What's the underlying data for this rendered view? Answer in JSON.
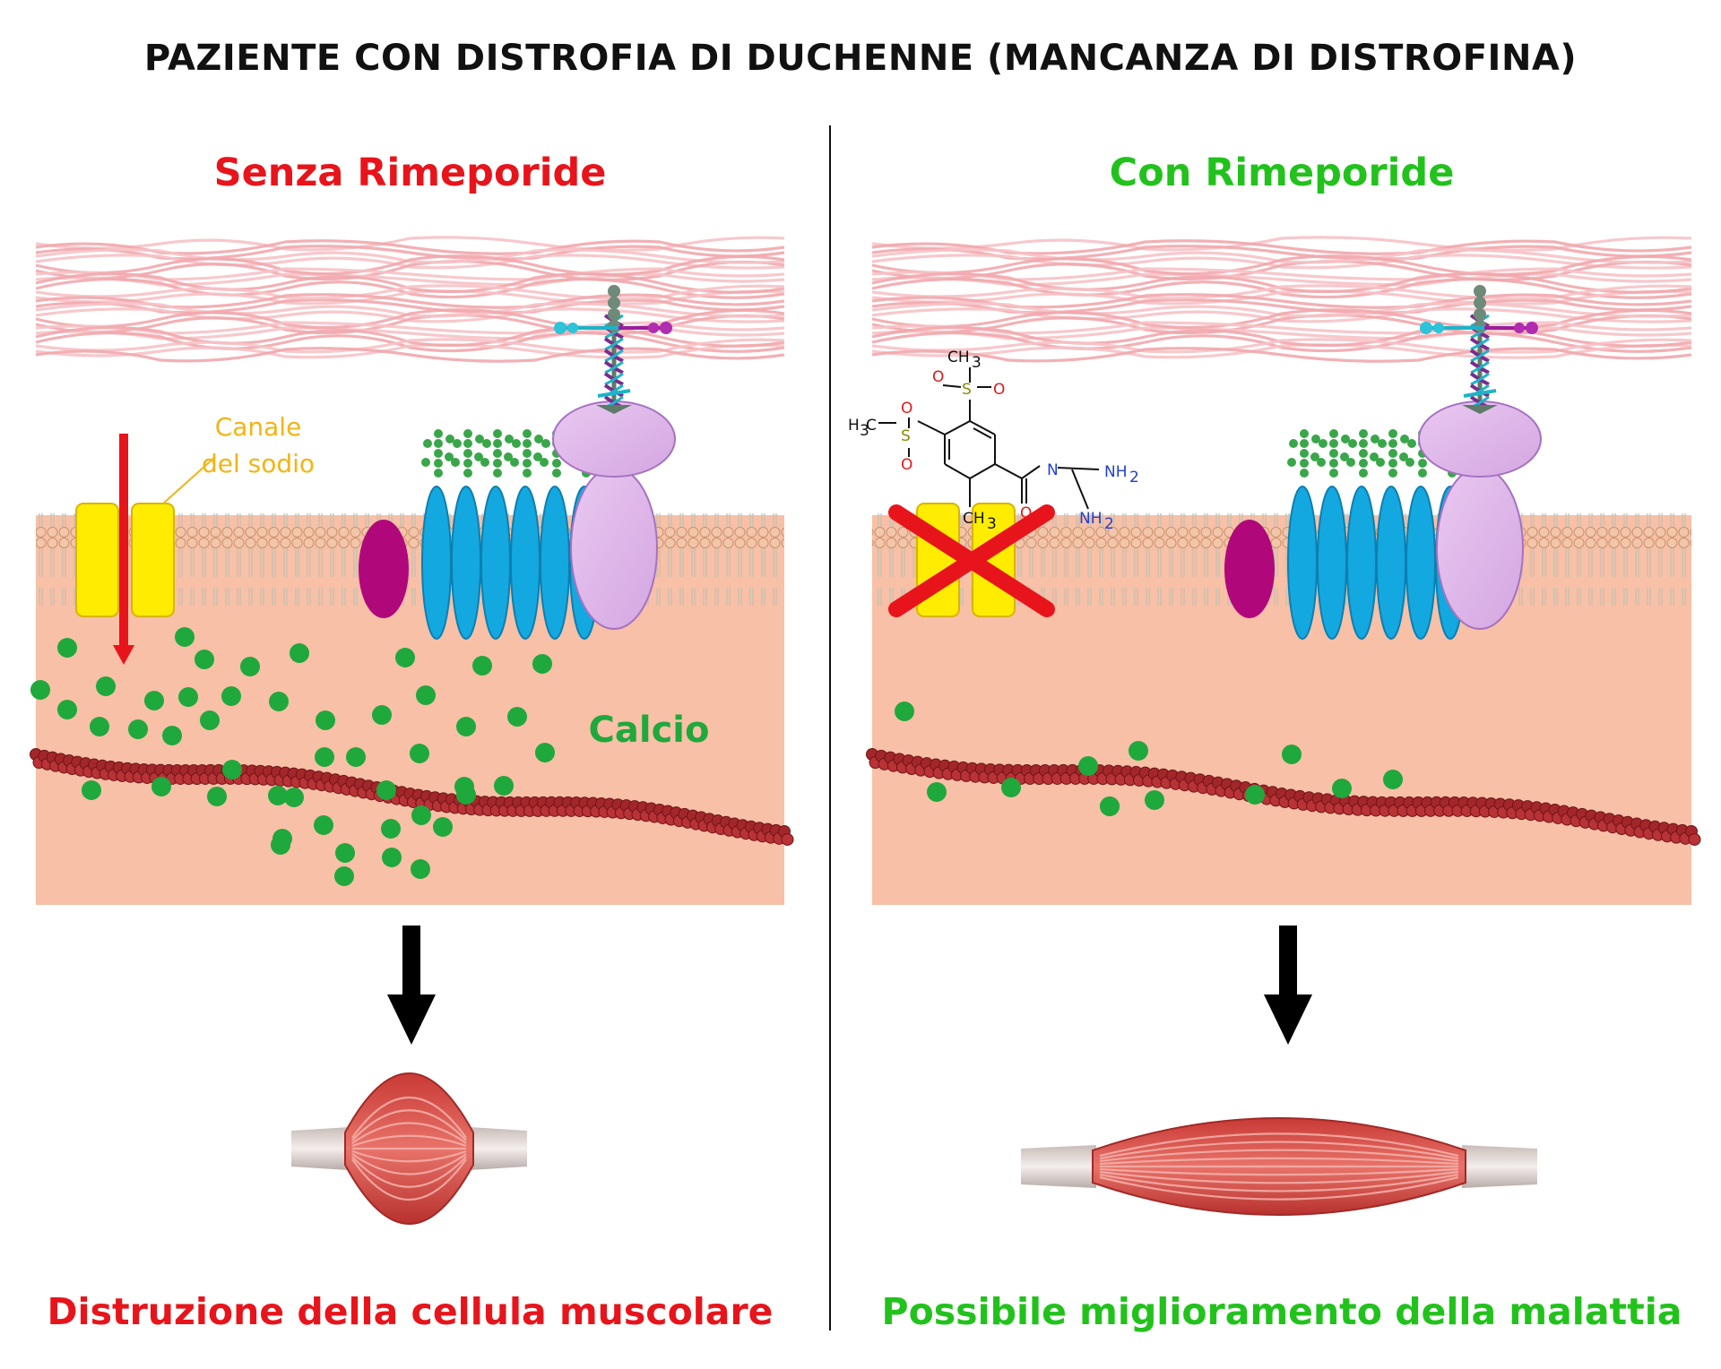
{
  "title": "PAZIENTE CON DISTROFIA DI DUCHENNE (MANCANZA DI DISTROFINA)",
  "panels": {
    "left": {
      "heading": "Senza Rimeporide",
      "channel_label_line1": "Canale",
      "channel_label_line2": "del sodio",
      "calcium_label": "Calcio",
      "outcome": "Distruzione della cellula muscolare"
    },
    "right": {
      "heading": "Con Rimeporide",
      "outcome": "Possibile miglioramento della malattia",
      "molecule": {
        "ch3_top": "CH",
        "ch3_top_sub": "3",
        "h3c_left": "H",
        "h3c_left_sub": "3",
        "h3c_left_c": "C",
        "ch3_bottom": "CH",
        "ch3_bottom_sub": "3",
        "s": "S",
        "o": "O",
        "n": "N",
        "nh2": "NH",
        "nh2_sub": "2"
      }
    }
  },
  "colors": {
    "left_accent": "#e8141b",
    "right_accent": "#22c21c",
    "calcium": "#1fa83c",
    "channel": "#ffec00",
    "membrane": "#f0c8b0",
    "cytoplasm": "#f8c0a6"
  },
  "icons": [
    "sodium-channel-icon",
    "calcium-ion-icon",
    "muscle-fiber-icon",
    "down-arrow-icon",
    "inhibition-x-icon",
    "rimeporide-molecule-icon"
  ]
}
